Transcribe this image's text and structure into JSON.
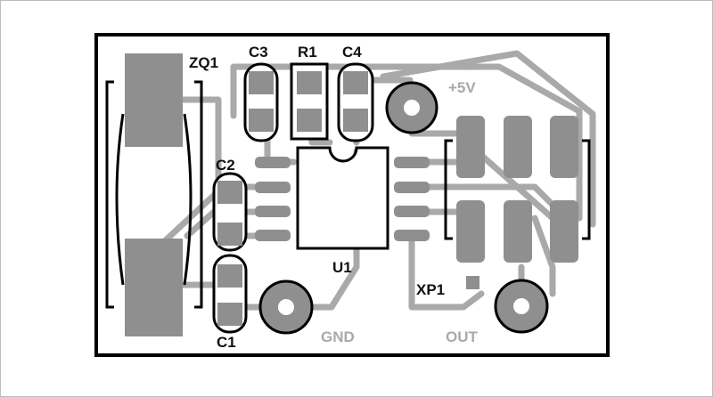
{
  "title": "",
  "colors": {
    "trace": "#a9a9a9",
    "pad": "#8f8f8f",
    "silk": "#000000",
    "background": "#ffffff"
  },
  "labels": {
    "zq1": "ZQ1",
    "c3": "C3",
    "r1": "R1",
    "c4": "C4",
    "c2": "C2",
    "c1": "C1",
    "u1": "U1",
    "xp1": "XP1",
    "plus5v": "+5V",
    "gnd": "GND",
    "out": "OUT"
  }
}
